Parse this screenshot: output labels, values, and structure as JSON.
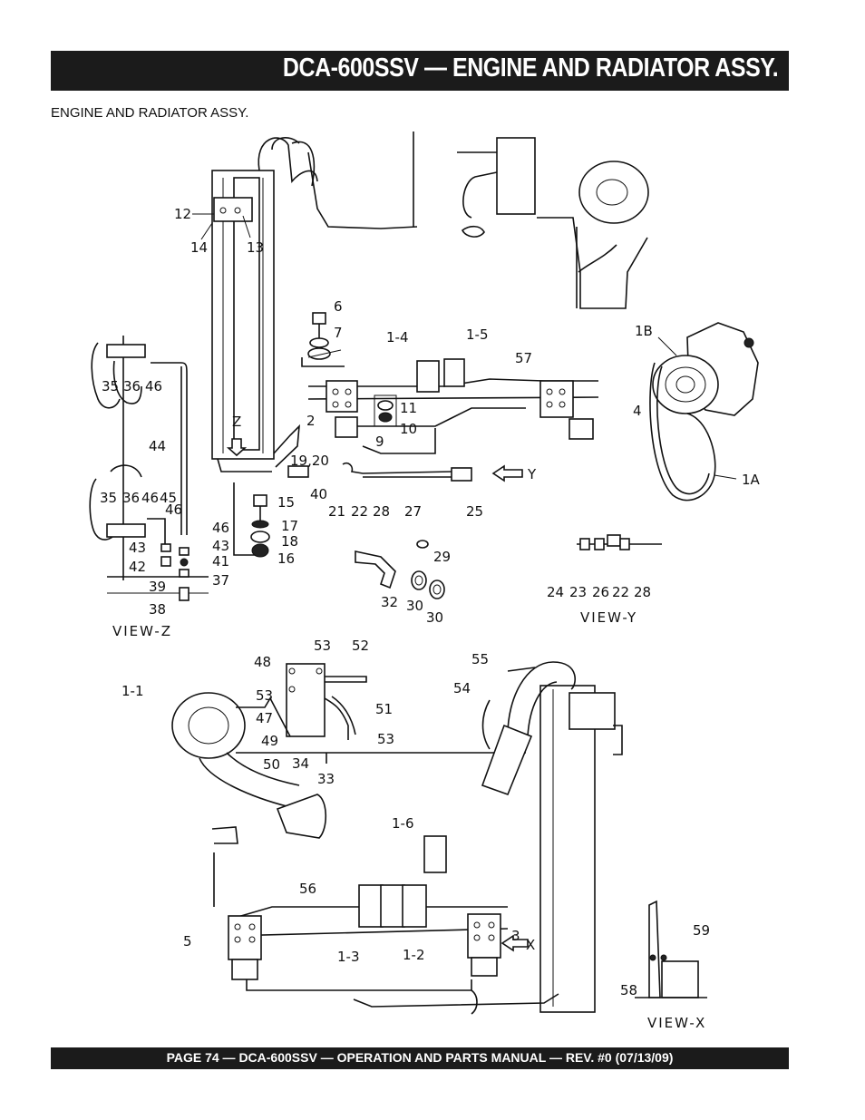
{
  "header": {
    "title": "DCA-600SSV — ENGINE AND RADIATOR ASSY."
  },
  "section": {
    "label": "ENGINE AND RADIATOR ASSY."
  },
  "footer": {
    "text": "PAGE 74 — DCA-600SSV — OPERATION AND PARTS MANUAL — REV. #0 (07/13/09)"
  },
  "diagram": {
    "callouts": [
      "12",
      "14",
      "13",
      "6",
      "7",
      "1-4",
      "1-5",
      "57",
      "1B",
      "2",
      "11",
      "10",
      "9",
      "4",
      "Z",
      "19,20",
      "40",
      "21",
      "22",
      "28",
      "27",
      "25",
      "Y",
      "1A",
      "15",
      "17",
      "18",
      "16",
      "35",
      "36",
      "46",
      "44",
      "45",
      "43",
      "42",
      "41",
      "37",
      "39",
      "38",
      "29",
      "32",
      "30",
      "24",
      "23",
      "26"
    ],
    "views": {
      "z": "VIEW-Z",
      "y": "VIEW-Y",
      "x": "VIEW-X"
    },
    "lower_callouts": [
      "48",
      "53",
      "52",
      "55",
      "54",
      "1-1",
      "47",
      "51",
      "49",
      "50",
      "34",
      "33",
      "1-6",
      "56",
      "5",
      "1-3",
      "1-2",
      "3",
      "X",
      "59",
      "58"
    ]
  }
}
